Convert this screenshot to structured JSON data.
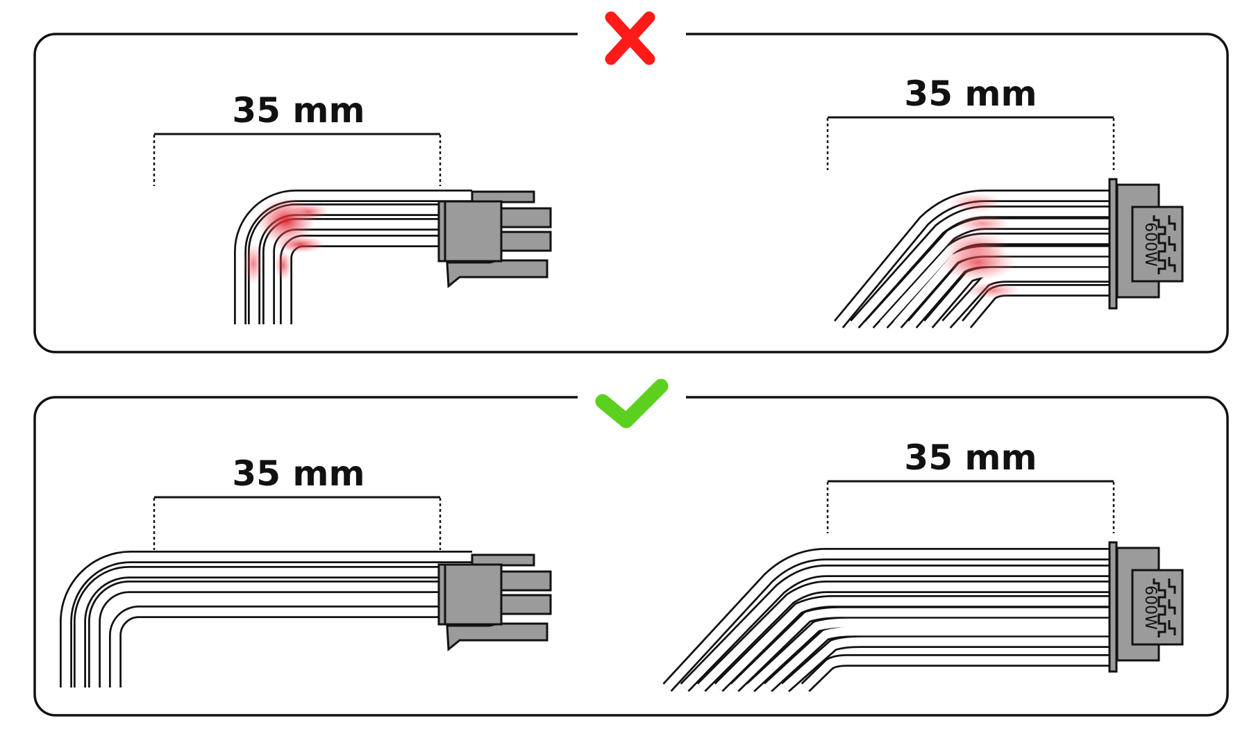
{
  "panels": {
    "incorrect": {
      "left_measurement": "35 mm",
      "right_measurement": "35 mm",
      "marker_color": "#ff1a1a",
      "hotspot_color": "#e8323c"
    },
    "correct": {
      "left_measurement": "35 mm",
      "right_measurement": "35 mm",
      "marker_color": "#5cd01e"
    }
  },
  "connector_label": "600W",
  "icons": {
    "incorrect_marker": "x-mark-icon",
    "correct_marker": "check-mark-icon"
  }
}
